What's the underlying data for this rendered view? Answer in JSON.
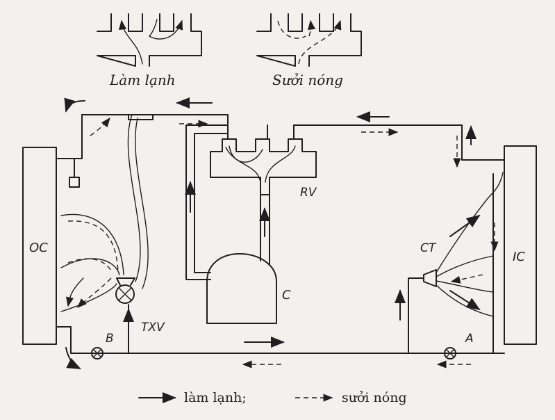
{
  "captions": {
    "cooling": "Làm lạnh",
    "heating": "Sưởi nóng"
  },
  "labels": {
    "oc": "OC",
    "ic": "IC",
    "rv": "RV",
    "c": "C",
    "ct": "CT",
    "txv": "TXV",
    "a": "A",
    "b": "B"
  },
  "legend": {
    "cooling": "làm lạnh;",
    "heating": "sưởi nóng"
  }
}
